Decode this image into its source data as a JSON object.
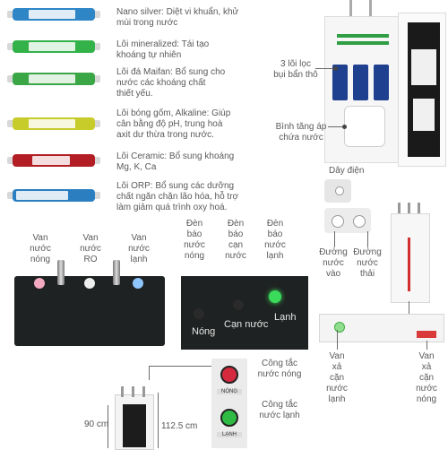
{
  "filters": [
    {
      "color": "#2f86c7",
      "text": "Nano silver: Diệt vi khuẩn, khử\nmùi trong nước"
    },
    {
      "color": "#34b24a",
      "text": "Lõi mineralized: Tái tạo\nkhoáng tự nhiên"
    },
    {
      "color": "#3aa646",
      "text": "Lõi đá Maifan: Bổ sung cho\nnước các khoáng chất\nthiết yếu."
    },
    {
      "color": "#c8cc2a",
      "text": "Lõi bóng gốm, Alkaline: Giúp\ncân bằng độ pH, trung hoà\naxit dư thừa trong nước."
    },
    {
      "color": "#b21e23",
      "text": "Lõi Ceramic: Bổ sung khoáng\nMg, K, Ca"
    },
    {
      "color": "#2b7fc1",
      "text": "Lõi ORP: Bổ sung các dưỡng\nchất ngăn chặn lão hóa, hỗ trợ\nlàm giảm quá trình oxy hoá."
    }
  ],
  "cabinet": {
    "filters_label": "3 lõi lọc\nbụi bẩn thô",
    "tank_label": "Bình tăng áp\nchứa nước"
  },
  "pipes": {
    "power_cord": "Dây điện",
    "inlet": "Đường\nnước\nvào",
    "waste": "Đường\nnước\nthải",
    "hot_switch": "Van\nxả\ncặn\nnước\nlạnh",
    "cold_switch": "Van\nxả\ncặn\nnước\nnóng"
  },
  "valves": {
    "hot": "Van\nnước\nnóng",
    "ro": "Van\nnước\nRO",
    "cold": "Van\nnước\nlạnh"
  },
  "lights": {
    "hot_label": "Đèn\nbáo\nnước\nnóng",
    "empty_label": "Đèn\nbáo\ncạn\nnước",
    "cold_label": "Đèn\nbáo\nnước\nlạnh",
    "panel_hot": "Nóng",
    "panel_empty": "Cạn nước",
    "panel_cold": "Lạnh"
  },
  "switches": {
    "hot_label": "Công tắc\nnước nóng",
    "cold_label": "Công tắc\nnước lạnh",
    "hot_btn": "NÓNG",
    "cold_btn": "LẠNH"
  },
  "dimensions": {
    "height_a": "90 cm",
    "height_b": "112.5 cm"
  },
  "colors": {
    "hot": "#e83a5a",
    "cold": "#2d8ee6",
    "green": "#30c040"
  }
}
